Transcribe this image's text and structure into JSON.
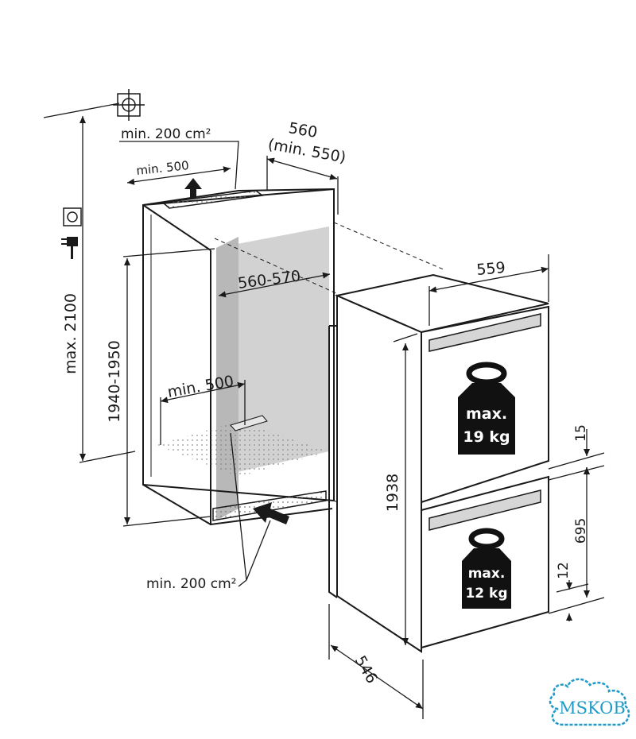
{
  "dimensions": {
    "niche_top_vent": "min. 200 cm²",
    "niche_top_depth": "min. 500",
    "niche_width": "560",
    "niche_width_min": "(min. 550)",
    "niche_inner_width": "560-570",
    "niche_max_height": "max. 2100",
    "niche_height": "1940-1950",
    "niche_floor_depth": "min. 500",
    "niche_bottom_vent": "min. 200 cm²",
    "appliance_width": "559",
    "appliance_height": "1938",
    "appliance_depth": "546",
    "gap_top": "15",
    "door_lower_height": "695",
    "gap_bottom": "12"
  },
  "loads": {
    "upper_line1": "max.",
    "upper_line2": "19 kg",
    "lower_line1": "max.",
    "lower_line2": "12 kg"
  },
  "watermark": {
    "text": "MSKOB",
    "color": "#1e9bc9"
  },
  "colors": {
    "line": "#1a1a1a",
    "niche_fill": "#c8c8c8",
    "weight_fill": "#111111"
  },
  "icons": [
    "socket-icon",
    "plug-icon",
    "water-connection-icon",
    "weight-icon",
    "airflow-arrow-icon"
  ]
}
